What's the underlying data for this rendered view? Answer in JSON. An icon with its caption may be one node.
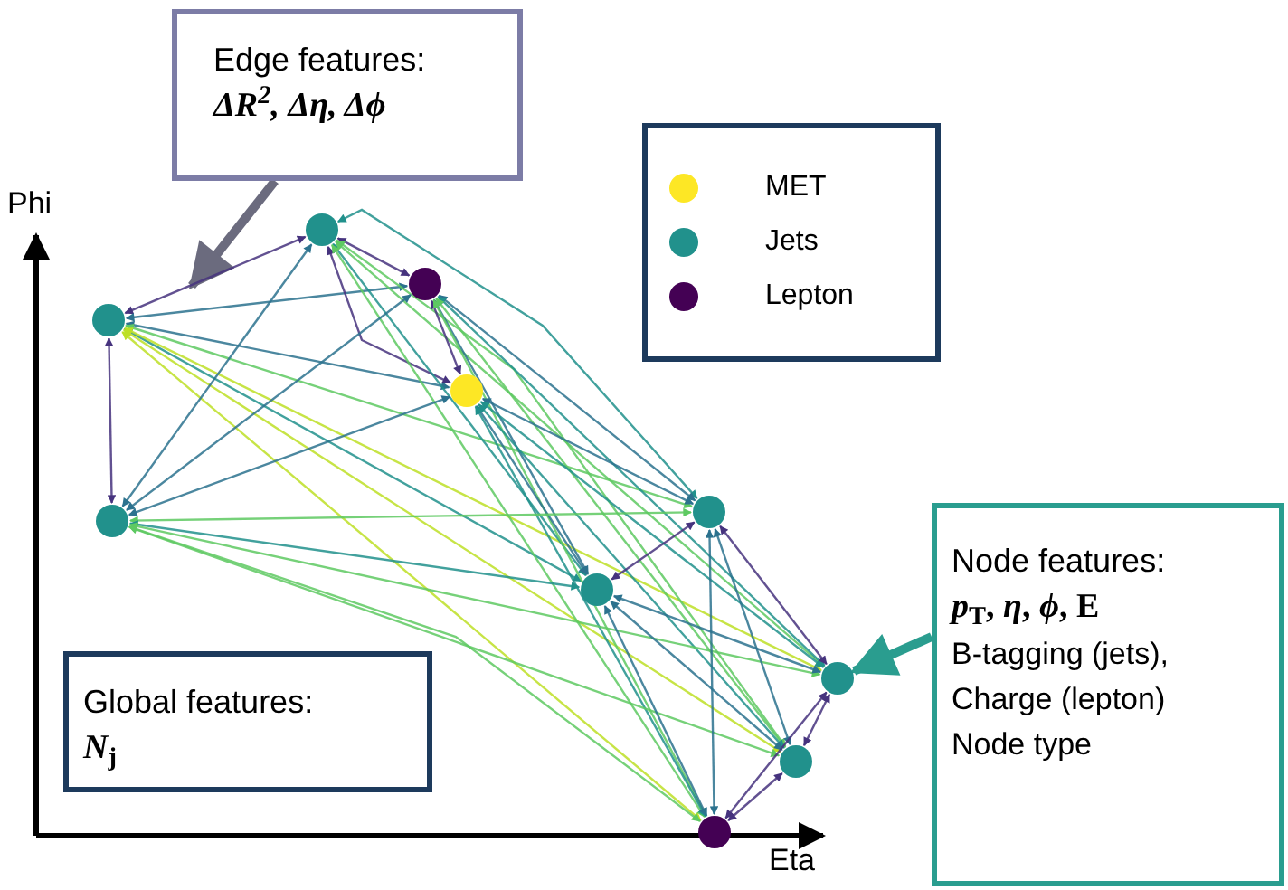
{
  "diagram": {
    "nodes": [
      {
        "text": [
          "Edge features:",
          "ΔR$^{2}$, Δη, Δϕ"
        ]
      },
      {
        "text": [],
        "shape": "circle"
      },
      {
        "text": [],
        "shape": "circle"
      },
      {
        "text": [],
        "shape": "circle"
      },
      {
        "text": [],
        "shape": "circle"
      },
      {
        "text": [],
        "shape": "circle"
      },
      {
        "text": [],
        "shape": "circle"
      },
      {
        "text": [],
        "shape": "circle"
      },
      {
        "text": [],
        "shape": "circle"
      },
      {
        "text": [],
        "shape": "circle"
      },
      {
        "text": [],
        "shape": "circle"
      },
      {
        "text": [
          "Global features:",
          "*N*$_{j}$"
        ]
      },
      {
        "text": [
          "Node features:",
          "*p*$_{T}$, *η*, *ϕ*, E",
          "B-tagging (jets),",
          "Charge (lepton)",
          "Node type"
        ]
      }
    ],
    "edges": [
      {
        "from": 0,
        "to": null,
        "arrow": "to",
        "style": "thick",
        "color": "#6b6b7e"
      },
      {
        "from": 12,
        "to": 8,
        "arrow": "to",
        "style": "thick",
        "color": "#2a9d8f"
      },
      {
        "from": 1,
        "to": 2,
        "arrow": "both",
        "color": "#46337e"
      },
      {
        "from": 1,
        "to": 3,
        "arrow": "both",
        "color": "#2c728e"
      },
      {
        "from": 1,
        "to": 4,
        "arrow": "both",
        "color": "#2c728e"
      },
      {
        "from": 1,
        "to": 5,
        "arrow": "both",
        "color": "#46337e"
      },
      {
        "from": 1,
        "to": 6,
        "arrow": "both",
        "color": "#5ec962"
      },
      {
        "from": 1,
        "to": 7,
        "arrow": "both",
        "color": "#21918c"
      },
      {
        "from": 1,
        "to": 8,
        "arrow": "both",
        "color": "#bddf26"
      },
      {
        "from": 1,
        "to": 9,
        "arrow": "both",
        "color": "#bddf26"
      },
      {
        "from": 1,
        "to": 10,
        "arrow": "both",
        "color": "#bddf26"
      },
      {
        "from": 2,
        "to": 3,
        "arrow": "both",
        "color": "#46337e"
      },
      {
        "from": 2,
        "to": 4,
        "arrow": "both",
        "color": "#46337e"
      },
      {
        "from": 2,
        "to": 5,
        "arrow": "both",
        "color": "#2c728e"
      },
      {
        "from": 2,
        "to": 6,
        "arrow": "both",
        "color": "#21918c"
      },
      {
        "from": 2,
        "to": 7,
        "arrow": "both",
        "color": "#21918c"
      },
      {
        "from": 2,
        "to": 8,
        "arrow": "both",
        "color": "#5ec962"
      },
      {
        "from": 2,
        "to": 9,
        "arrow": "both",
        "color": "#5ec962"
      },
      {
        "from": 2,
        "to": 10,
        "arrow": "both",
        "color": "#5ec962"
      },
      {
        "from": 3,
        "to": 4,
        "arrow": "both",
        "color": "#46337e"
      },
      {
        "from": 3,
        "to": 5,
        "arrow": "both",
        "color": "#2c728e"
      },
      {
        "from": 3,
        "to": 6,
        "arrow": "both",
        "color": "#2c728e"
      },
      {
        "from": 3,
        "to": 7,
        "arrow": "both",
        "color": "#2c728e"
      },
      {
        "from": 3,
        "to": 8,
        "arrow": "both",
        "color": "#21918c"
      },
      {
        "from": 3,
        "to": 9,
        "arrow": "both",
        "color": "#5ec962"
      },
      {
        "from": 3,
        "to": 10,
        "arrow": "both",
        "color": "#5ec962"
      },
      {
        "from": 4,
        "to": 5,
        "arrow": "both",
        "color": "#2c728e"
      },
      {
        "from": 4,
        "to": 6,
        "arrow": "both",
        "color": "#2c728e"
      },
      {
        "from": 4,
        "to": 7,
        "arrow": "both",
        "color": "#2c728e"
      },
      {
        "from": 4,
        "to": 8,
        "arrow": "both",
        "color": "#21918c"
      },
      {
        "from": 4,
        "to": 9,
        "arrow": "both",
        "color": "#21918c"
      },
      {
        "from": 4,
        "to": 10,
        "arrow": "both",
        "color": "#21918c"
      },
      {
        "from": 5,
        "to": 6,
        "arrow": "both",
        "color": "#5ec962"
      },
      {
        "from": 5,
        "to": 7,
        "arrow": "both",
        "color": "#21918c"
      },
      {
        "from": 5,
        "to": 8,
        "arrow": "both",
        "color": "#5ec962"
      },
      {
        "from": 5,
        "to": 9,
        "arrow": "both",
        "color": "#5ec962"
      },
      {
        "from": 5,
        "to": 10,
        "arrow": "both",
        "color": "#5ec962"
      },
      {
        "from": 6,
        "to": 7,
        "arrow": "both",
        "color": "#46337e"
      },
      {
        "from": 6,
        "to": 8,
        "arrow": "both",
        "color": "#46337e"
      },
      {
        "from": 6,
        "to": 9,
        "arrow": "both",
        "color": "#2c728e"
      },
      {
        "from": 6,
        "to": 10,
        "arrow": "both",
        "color": "#2c728e"
      },
      {
        "from": 7,
        "to": 8,
        "arrow": "both",
        "color": "#2c728e"
      },
      {
        "from": 7,
        "to": 9,
        "arrow": "both",
        "color": "#2c728e"
      },
      {
        "from": 7,
        "to": 10,
        "arrow": "both",
        "color": "#2c728e"
      },
      {
        "from": 8,
        "to": 9,
        "arrow": "both",
        "color": "#46337e"
      },
      {
        "from": 8,
        "to": 10,
        "arrow": "both",
        "color": "#46337e"
      },
      {
        "from": 9,
        "to": 10,
        "arrow": "both",
        "color": "#46337e"
      }
    ],
    "labels": [
      "Phi",
      "Eta"
    ],
    "legend": [
      {
        "text": "MET",
        "color": "#fde725"
      },
      {
        "text": "Jets",
        "color": "#21918c"
      },
      {
        "text": "Lepton",
        "color": "#440154"
      }
    ]
  }
}
